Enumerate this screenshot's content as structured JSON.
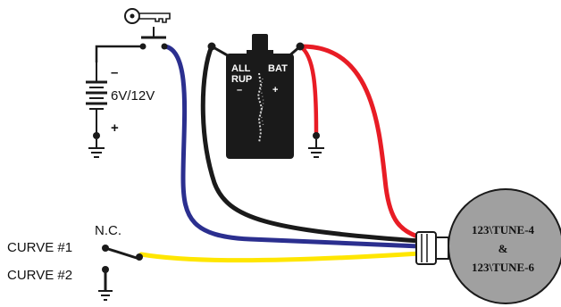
{
  "battery": {
    "voltage_label": "6V/12V",
    "minus_sign": "–",
    "plus_sign": "+"
  },
  "coil": {
    "left_terminal_label_line1": "ALL",
    "left_terminal_label_line2": "RUP",
    "right_terminal_label": "BAT",
    "minus_sign": "–",
    "plus_sign": "+"
  },
  "switch": {
    "state_label": "N.C."
  },
  "curves": {
    "curve1_label": "CURVE #1",
    "curve2_label": "CURVE #2"
  },
  "module": {
    "line1": "123\\TUNE-4",
    "line2": "&",
    "line3": "123\\TUNE-6",
    "body_color": "#a0a0a0"
  },
  "wire_colors": {
    "blue": "#2b2f8f",
    "red": "#e81c25",
    "black": "#1a1a1a",
    "yellow": "#ffe600"
  },
  "icons": {
    "ignition_key": "key-icon",
    "ground": "ground-icon",
    "battery": "battery-icon",
    "coil": "ignition-coil-icon"
  }
}
